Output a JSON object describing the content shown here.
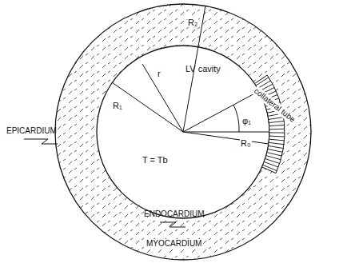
{
  "diagram": {
    "labels": [
      "R₂",
      "r",
      "LV cavity",
      "R₁",
      "φ₁",
      "R₀",
      "collateral tube",
      "T = Tb",
      "EPICARDIUM",
      "ENDOCARDIUM",
      "MYOCARDIUM"
    ]
  }
}
